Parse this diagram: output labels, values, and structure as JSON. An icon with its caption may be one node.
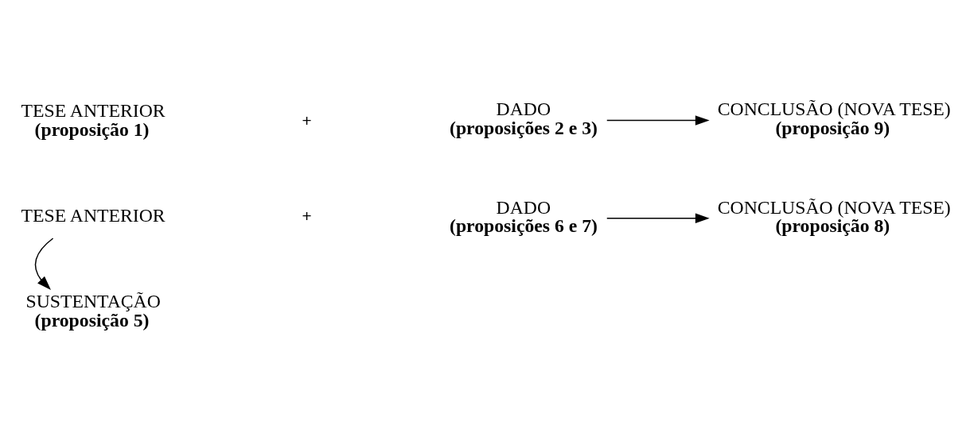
{
  "diagram": {
    "nodes": [
      {
        "text": [
          "TESE ANTERIOR",
          "(proposição 1)"
        ]
      },
      {
        "text": [
          "DADO",
          "(proposições 2 e 3)"
        ]
      },
      {
        "text": [
          "CONCLUSÃO (NOVA TESE)",
          "(proposição 9)"
        ]
      },
      {
        "text": [
          "TESE ANTERIOR"
        ]
      },
      {
        "text": [
          "DADO",
          "(proposições 6 e 7)"
        ]
      },
      {
        "text": [
          "CONCLUSÃO (NOVA TESE)",
          "(proposição 8)"
        ]
      },
      {
        "text": [
          "SUSTENTAÇÃO",
          "(proposição 5)"
        ]
      }
    ],
    "edges": [
      {
        "from": 1,
        "to": 2,
        "arrow": "to"
      },
      {
        "from": 4,
        "to": 5,
        "arrow": "to"
      },
      {
        "from": 3,
        "to": 6,
        "arrow": "to"
      }
    ],
    "labels": [
      "+",
      "+"
    ]
  }
}
